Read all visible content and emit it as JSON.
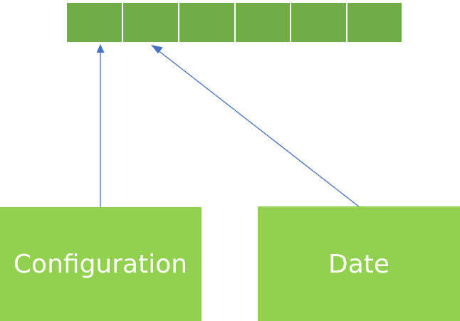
{
  "strip": {
    "cell_count": 6,
    "color": "#70ad47"
  },
  "boxes": {
    "configuration": {
      "label": "Configuration",
      "color": "#92d050"
    },
    "date": {
      "label": "Date",
      "color": "#92d050"
    }
  },
  "arrows": {
    "color": "#4472c4",
    "items": [
      {
        "from": "configuration",
        "to_cell": 1
      },
      {
        "from": "date",
        "to_cell": 2
      }
    ]
  }
}
